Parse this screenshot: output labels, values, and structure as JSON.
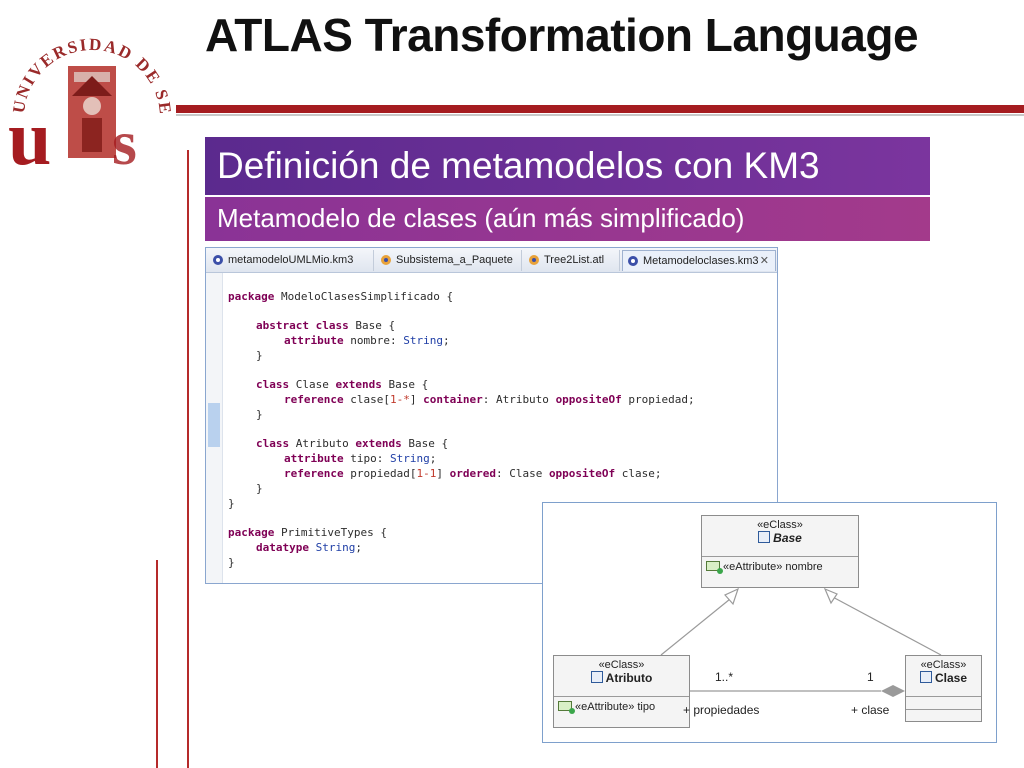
{
  "slide": {
    "title": "ATLAS Transformation Language",
    "header": "Definición de metamodelos con KM3",
    "subheader": "Metamodelo de clases (aún más simplificado)"
  },
  "logo": {
    "emblem": "university-seal-icon",
    "letters": "UNIVERSIDAD DE SEVILLA"
  },
  "colors": {
    "accent": "#a51c20",
    "header_purple": "#6b2f96",
    "subheader_purple": "#963791"
  },
  "editor": {
    "tabs": [
      {
        "label": "metamodeloUMLMio.km3",
        "icon": "km3-file-icon"
      },
      {
        "label": "Subsistema_a_Paquete",
        "icon": "atl-file-icon"
      },
      {
        "label": "Tree2List.atl",
        "icon": "atl-file-icon"
      },
      {
        "label": "Metamodeloclases.km3",
        "icon": "km3-file-icon",
        "close": "✕",
        "active": true
      }
    ],
    "code": {
      "l1_kw": "package",
      "l1_text": " ModeloClasesSimplificado {",
      "l2_kw": "abstract class",
      "l2_text": " Base {",
      "l3_kw": "attribute",
      "l3_text": " nombre: ",
      "l3_type": "String",
      "l3_end": ";",
      "l4": "}",
      "l5_kw1": "class",
      "l5_text1": " Clase ",
      "l5_kw2": "extends",
      "l5_text2": " Base {",
      "l6_kw1": "reference",
      "l6_text1": " clase[",
      "l6_num": "1-*",
      "l6_text2": "] ",
      "l6_kw2": "container",
      "l6_text3": ": Atributo ",
      "l6_kw3": "oppositeOf",
      "l6_text4": " propiedad;",
      "l7": "}",
      "l8_kw1": "class",
      "l8_text1": " Atributo ",
      "l8_kw2": "extends",
      "l8_text2": " Base {",
      "l9_kw": "attribute",
      "l9_text": " tipo: ",
      "l9_type": "String",
      "l9_end": ";",
      "l10_kw1": "reference",
      "l10_text1": " propiedad[",
      "l10_num": "1-1",
      "l10_text2": "] ",
      "l10_kw2": "ordered",
      "l10_text3": ": Clase ",
      "l10_kw3": "oppositeOf",
      "l10_text4": " clase;",
      "l11": "}",
      "l12": "}",
      "l13_kw": "package",
      "l13_text": " PrimitiveTypes {",
      "l14_kw": "datatype",
      "l14_type": " String",
      "l14_end": ";",
      "l15": "}"
    }
  },
  "diagram": {
    "base": {
      "stereotype": "«eClass»",
      "name": "Base",
      "attribute": "«eAttribute» nombre"
    },
    "atributo": {
      "stereotype": "«eClass»",
      "name": "Atributo",
      "attribute": "«eAttribute» tipo"
    },
    "clase": {
      "stereotype": "«eClass»",
      "name": "Clase"
    },
    "assoc": {
      "mult_left": "1..*",
      "mult_right": "1",
      "role_left": "+ propiedades",
      "role_right": "+ clase"
    }
  }
}
